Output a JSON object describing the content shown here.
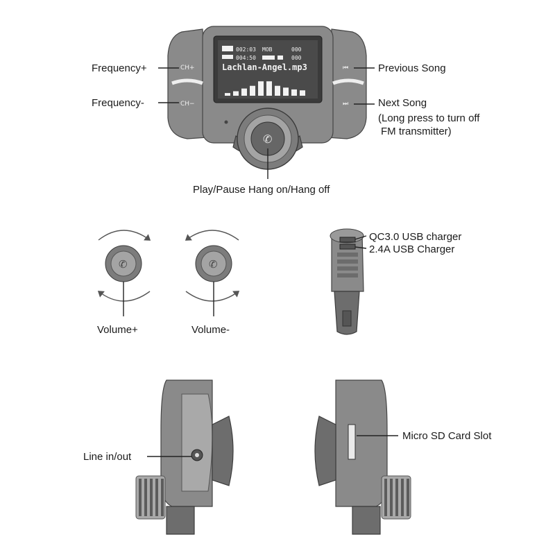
{
  "front": {
    "screen": {
      "row1_left": "002:03",
      "row1_mid": "MOB",
      "row1_right": "000",
      "row2_left": "004:50",
      "row2_right": "000",
      "song": "Lachlan-Angel.mp3"
    },
    "buttons": {
      "ch_plus": "CH+",
      "ch_minus": "CH−"
    },
    "labels": {
      "frequency_plus": "Frequency+",
      "frequency_minus": "Frequency-",
      "previous_song": "Previous Song",
      "next_song": "Next Song",
      "next_song_note_1": "(Long press to turn off",
      "next_song_note_2": "FM transmitter)",
      "play_pause": "Play/Pause Hang on/Hang off"
    },
    "equalizer_levels": [
      0.15,
      0.25,
      0.4,
      0.55,
      0.8,
      0.8,
      0.55,
      0.45,
      0.35,
      0.3
    ]
  },
  "knobs": {
    "volume_plus": "Volume+",
    "volume_minus": "Volume-"
  },
  "charger": {
    "qc_label": "QC3.0 USB charger",
    "usb_label": "2.4A USB Charger"
  },
  "sides": {
    "line_in_out": "Line in/out",
    "micro_sd": "Micro SD Card Slot"
  }
}
